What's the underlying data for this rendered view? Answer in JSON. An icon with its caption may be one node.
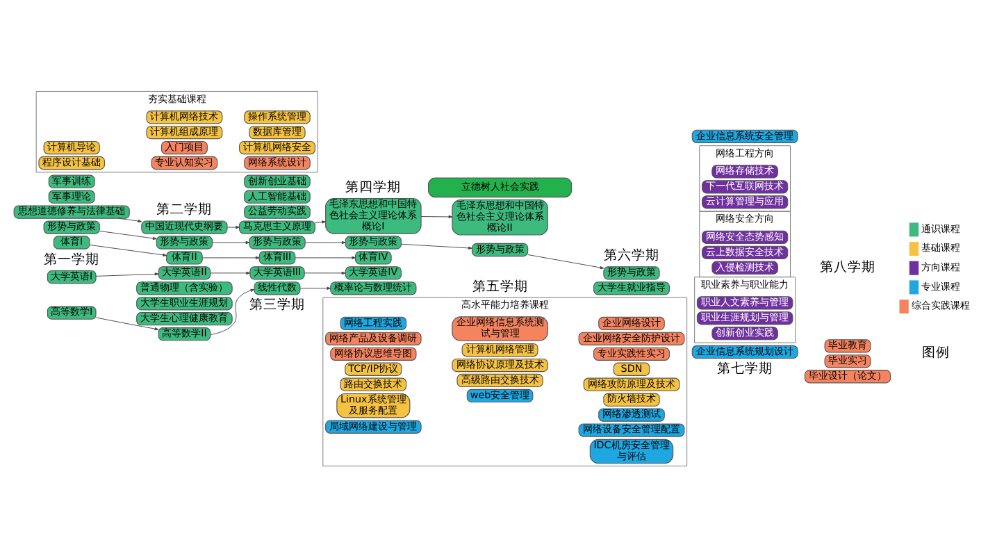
{
  "diagram": {
    "nodes": [
      {
        "text": [
          "思想道德修养与法律基础"
        ]
      },
      {
        "text": [
          "中国近现代史纲要"
        ]
      },
      {
        "text": [
          "马克思主义原理"
        ]
      },
      {
        "text": [
          "毛泽东思想和中国特色社会主义理论体系概论I"
        ]
      },
      {
        "text": [
          "毛泽东思想和中国特色社会主义理论体系概论II"
        ]
      },
      {
        "text": [
          "大学生就业指导"
        ]
      },
      {
        "text": [
          "大学英语I"
        ]
      },
      {
        "text": [
          "大学英语II"
        ]
      },
      {
        "text": [
          "大学英语III"
        ]
      },
      {
        "text": [
          "大学英语IV"
        ]
      },
      {
        "text": [
          "高等数学I"
        ]
      },
      {
        "text": [
          "高等数学II"
        ]
      },
      {
        "text": [
          "线性代数"
        ]
      },
      {
        "text": [
          "概率论与数理统计"
        ]
      },
      {
        "text": [
          "形势与政策"
        ]
      },
      {
        "text": [
          "形势与政策"
        ]
      },
      {
        "text": [
          "形势与政策"
        ]
      },
      {
        "text": [
          "形势与政策"
        ]
      },
      {
        "text": [
          "形势与政策"
        ]
      },
      {
        "text": [
          "形势与政策"
        ]
      },
      {
        "text": [
          "体育I"
        ]
      },
      {
        "text": [
          "体育II"
        ]
      },
      {
        "text": [
          "体育III"
        ]
      },
      {
        "text": [
          "体育IV"
        ]
      },
      {
        "text": [
          "军事训练"
        ]
      },
      {
        "text": [
          "普通物理（含实验）"
        ]
      },
      {
        "text": [
          "公益劳动实践"
        ]
      },
      {
        "text": [
          "军事理论"
        ]
      },
      {
        "text": [
          "大学生职业生涯规划"
        ]
      },
      {
        "text": [
          "创新创业基础"
        ]
      },
      {
        "text": [
          "大学生心理健康教育"
        ]
      },
      {
        "text": [
          "人工智能基础"
        ]
      },
      {
        "text": [
          "夯实基础课程"
        ]
      },
      {
        "text": [
          "计算机导论"
        ],
        "in": 32
      },
      {
        "text": [
          "计算机网络技术"
        ],
        "in": 32
      },
      {
        "text": [
          "操作系统管理"
        ],
        "in": 32
      },
      {
        "text": [
          "程序设计基础"
        ],
        "in": 32
      },
      {
        "text": [
          "计算机组成原理"
        ],
        "in": 32
      },
      {
        "text": [
          "数据库管理"
        ],
        "in": 32
      },
      {
        "text": [
          "入门项目"
        ],
        "in": 32
      },
      {
        "text": [
          "计算机网络安全"
        ],
        "in": 32
      },
      {
        "text": [
          "专业认知实习"
        ],
        "in": 32
      },
      {
        "text": [
          "网络系统设计"
        ],
        "in": 32
      },
      {
        "text": [
          "高水平能力培养课程"
        ]
      },
      {
        "text": [
          "TCP/IP协议"
        ],
        "in": 43
      },
      {
        "text": [
          "计算机网络管理"
        ],
        "in": 43
      },
      {
        "text": [
          "SDN"
        ],
        "in": 43
      },
      {
        "text": [
          "路由交换技术"
        ],
        "in": 43
      },
      {
        "text": [
          "网络协议原理及技术"
        ],
        "in": 43
      },
      {
        "text": [
          "网络攻防原理及技术"
        ],
        "in": 43
      },
      {
        "text": [
          "Linux系统管理及服务配置"
        ],
        "in": 43
      },
      {
        "text": [
          "高级路由交换技术"
        ],
        "in": 43
      },
      {
        "text": [
          "防火墙技术"
        ],
        "in": 43
      },
      {
        "text": [
          "网络渗透测试"
        ],
        "in": 43
      },
      {
        "text": [
          "局域网络建设与管理"
        ],
        "in": 43
      },
      {
        "text": [
          "web安全管理"
        ],
        "in": 43
      },
      {
        "text": [
          "网络设备安全管理配置"
        ],
        "in": 43
      },
      {
        "text": [
          "网络工程实践"
        ],
        "in": 43
      },
      {
        "text": [
          "企业网络信息系统测试与管理"
        ],
        "in": 43
      },
      {
        "text": [
          "IDC机房安全管理与评估"
        ],
        "in": 43
      },
      {
        "text": [
          "网络产品及设备调研"
        ],
        "in": 43
      },
      {
        "text": [
          "企业网络设计"
        ],
        "in": 43
      },
      {
        "text": [
          "网络协议思维导图"
        ],
        "in": 43
      },
      {
        "text": [
          "企业网络安全防护设计"
        ],
        "in": 43
      },
      {
        "text": [
          "专业实践性实习"
        ],
        "in": 43
      },
      {
        "text": [
          "立德树人社会实践"
        ]
      },
      {
        "text": [
          "网络工程方向"
        ]
      },
      {
        "text": [
          "网络存储技术"
        ],
        "in": 66
      },
      {
        "text": [
          "下一代互联网技术"
        ],
        "in": 66
      },
      {
        "text": [
          "云计算管理与应用"
        ],
        "in": 66
      },
      {
        "text": [
          "网络安全方向"
        ]
      },
      {
        "text": [
          "网络安全态势感知"
        ],
        "in": 70
      },
      {
        "text": [
          "云上数据安全技术"
        ],
        "in": 70
      },
      {
        "text": [
          "入侵检测技术"
        ],
        "in": 70
      },
      {
        "text": [
          "职业素养与职业能力"
        ]
      },
      {
        "text": [
          "职业人文素养与管理"
        ],
        "in": 74
      },
      {
        "text": [
          "职业生涯规划与管理"
        ],
        "in": 74
      },
      {
        "text": [
          "创新创业实践"
        ],
        "in": 74
      },
      {
        "text": [
          "企业信息系统规划设计"
        ]
      },
      {
        "text": [
          "企业信息系统安全管理"
        ]
      },
      {
        "text": [
          "毕业教育"
        ]
      },
      {
        "text": [
          "毕业实习"
        ]
      },
      {
        "text": [
          "毕业设计（论文）"
        ]
      }
    ],
    "edges": [
      {
        "from": 0,
        "to": 1,
        "arrow": "to"
      },
      {
        "from": 1,
        "to": 2,
        "arrow": "to"
      },
      {
        "from": 2,
        "to": 3,
        "arrow": "to"
      },
      {
        "from": 3,
        "to": 4,
        "arrow": "to"
      },
      {
        "from": 6,
        "to": 7,
        "arrow": "to"
      },
      {
        "from": 7,
        "to": 8,
        "arrow": "to"
      },
      {
        "from": 8,
        "to": 9,
        "arrow": "to"
      },
      {
        "from": 10,
        "to": 11,
        "arrow": "to"
      },
      {
        "from": 11,
        "to": 12,
        "arrow": "to"
      },
      {
        "from": 12,
        "to": 13,
        "arrow": "to"
      },
      {
        "from": 14,
        "to": 15,
        "arrow": "to"
      },
      {
        "from": 15,
        "to": 16,
        "arrow": "to"
      },
      {
        "from": 16,
        "to": 17,
        "arrow": "to"
      },
      {
        "from": 17,
        "to": 18,
        "arrow": "to"
      },
      {
        "from": 18,
        "to": 19,
        "arrow": "to"
      },
      {
        "from": 20,
        "to": 21,
        "arrow": "to"
      },
      {
        "from": 21,
        "to": 22,
        "arrow": "to"
      },
      {
        "from": 22,
        "to": 23,
        "arrow": "to"
      }
    ],
    "labels": [
      "第一学期",
      "第二学期",
      "第三学期",
      "第四学期",
      "第五学期",
      "第六学期",
      "第七学期",
      "第八学期",
      "图例"
    ],
    "legend": [
      {
        "text": "通识课程",
        "color": "#3dba7e"
      },
      {
        "text": "基础课程",
        "color": "#f5c242"
      },
      {
        "text": "方向课程",
        "color": "#7030a0"
      },
      {
        "text": "专业课程",
        "color": "#1ea7e1"
      },
      {
        "text": "综合实践课程",
        "color": "#f4845f"
      }
    ]
  }
}
